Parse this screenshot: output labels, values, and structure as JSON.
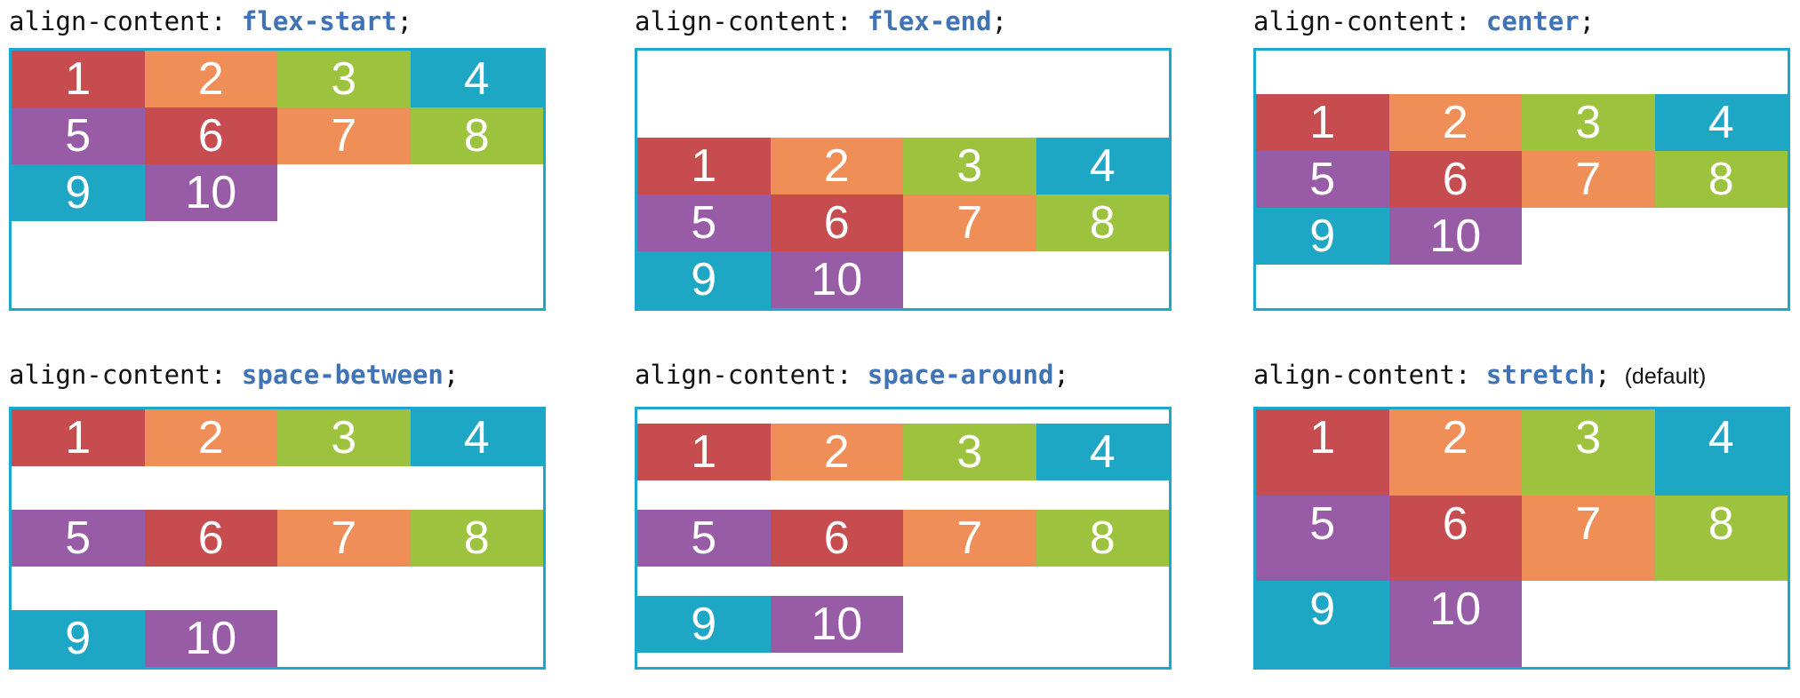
{
  "property": "align-content:",
  "colors": {
    "border": "#1ea7cd",
    "keyword": "#3f73b5",
    "red": "#c64c50",
    "orange": "#f08e58",
    "green": "#9dc23e",
    "blue": "#1ea7c5",
    "purple": "#985ba5"
  },
  "item_colors": [
    "red",
    "orange",
    "green",
    "blue",
    "purple",
    "red",
    "orange",
    "green",
    "blue",
    "purple"
  ],
  "panels": [
    {
      "value": "flex-start",
      "terminator": ";",
      "note": "",
      "items": [
        "1",
        "2",
        "3",
        "4",
        "5",
        "6",
        "7",
        "8",
        "9",
        "10"
      ]
    },
    {
      "value": "flex-end",
      "terminator": ";",
      "note": "",
      "items": [
        "1",
        "2",
        "3",
        "4",
        "5",
        "6",
        "7",
        "8",
        "9",
        "10"
      ]
    },
    {
      "value": "center",
      "terminator": ";",
      "note": "",
      "items": [
        "1",
        "2",
        "3",
        "4",
        "5",
        "6",
        "7",
        "8",
        "9",
        "10"
      ]
    },
    {
      "value": "space-between",
      "terminator": ";",
      "note": "",
      "items": [
        "1",
        "2",
        "3",
        "4",
        "5",
        "6",
        "7",
        "8",
        "9",
        "10"
      ]
    },
    {
      "value": "space-around",
      "terminator": ";",
      "note": "",
      "items": [
        "1",
        "2",
        "3",
        "4",
        "5",
        "6",
        "7",
        "8",
        "9",
        "10"
      ]
    },
    {
      "value": "stretch",
      "terminator": ";",
      "note": "(default)",
      "items": [
        "1",
        "2",
        "3",
        "4",
        "5",
        "6",
        "7",
        "8",
        "9",
        "10"
      ]
    }
  ]
}
